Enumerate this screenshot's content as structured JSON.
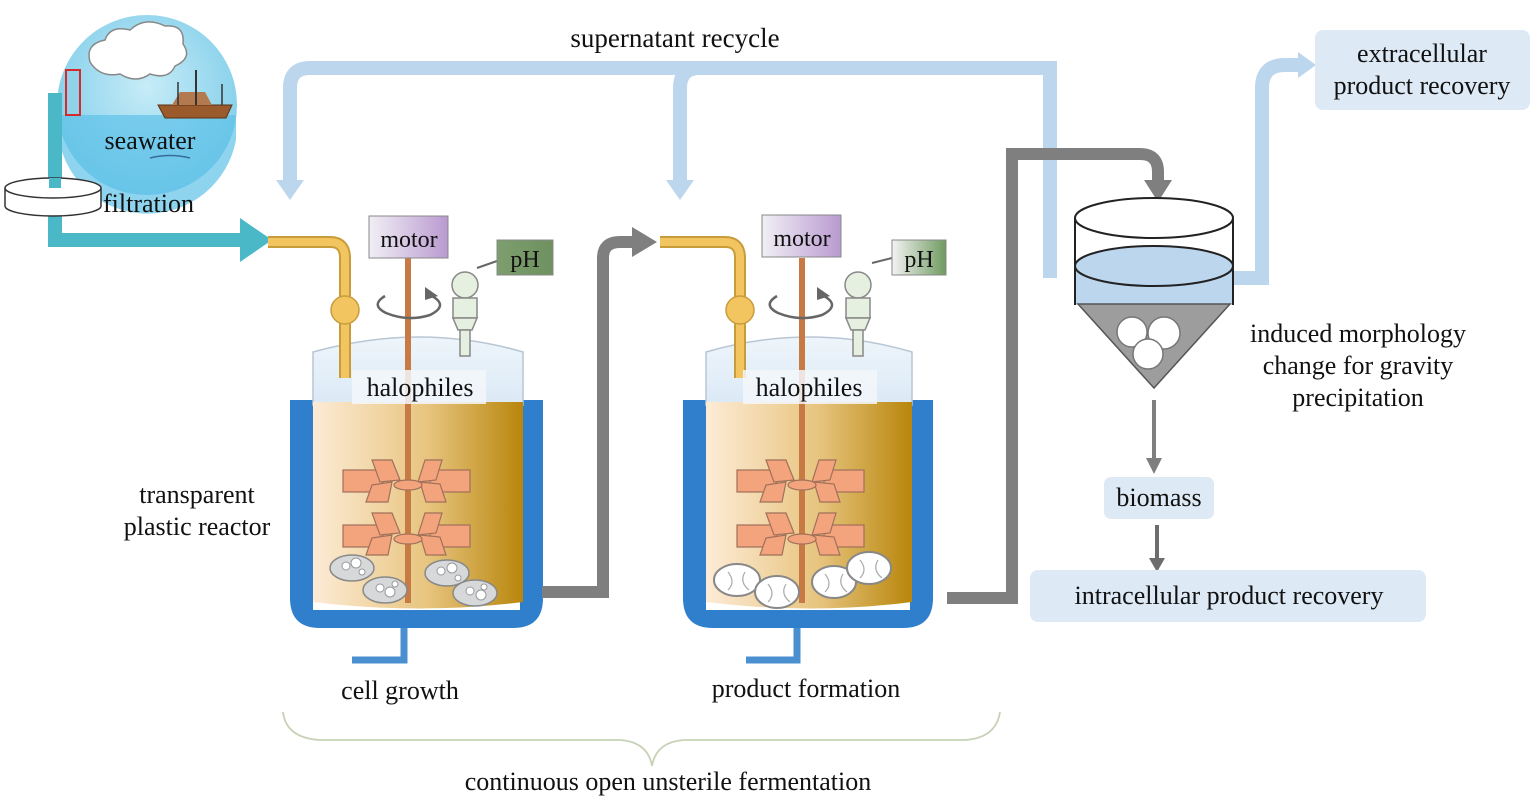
{
  "labels": {
    "supernatant_recycle": "supernatant recycle",
    "seawater": "seawater",
    "filtration": "filtration",
    "transparent_reactor_line1": "transparent",
    "transparent_reactor_line2": "plastic reactor",
    "reactor1": {
      "motor": "motor",
      "ph": "pH",
      "organisms": "halophiles",
      "stage": "cell growth"
    },
    "reactor2": {
      "motor": "motor",
      "ph": "pH",
      "organisms": "halophiles",
      "stage": "product formation"
    },
    "fermentation_brace": "continuous open unsterile fermentation",
    "extracellular_line1": "extracellular",
    "extracellular_line2": "product recovery",
    "morphology_line1": "induced morphology",
    "morphology_line2": "change for gravity",
    "morphology_line3": "precipitation",
    "biomass": "biomass",
    "intracellular": "intracellular product recovery"
  },
  "colors": {
    "recycle_flow": "#bcd6ee",
    "seawater_flow": "#4bb8c8",
    "process_flow": "#7f7f7f",
    "jacket": "#2f7fcc",
    "broth_light": "#fbe6cc",
    "broth_dark": "#c18f1b",
    "impeller": "#f3a47c",
    "shaft": "#c87a45",
    "feed_tube": "#f3c560",
    "motor_box": "#c9b3dc",
    "ph_box": "#7d9e6e",
    "label_box": "#dde9f5"
  }
}
